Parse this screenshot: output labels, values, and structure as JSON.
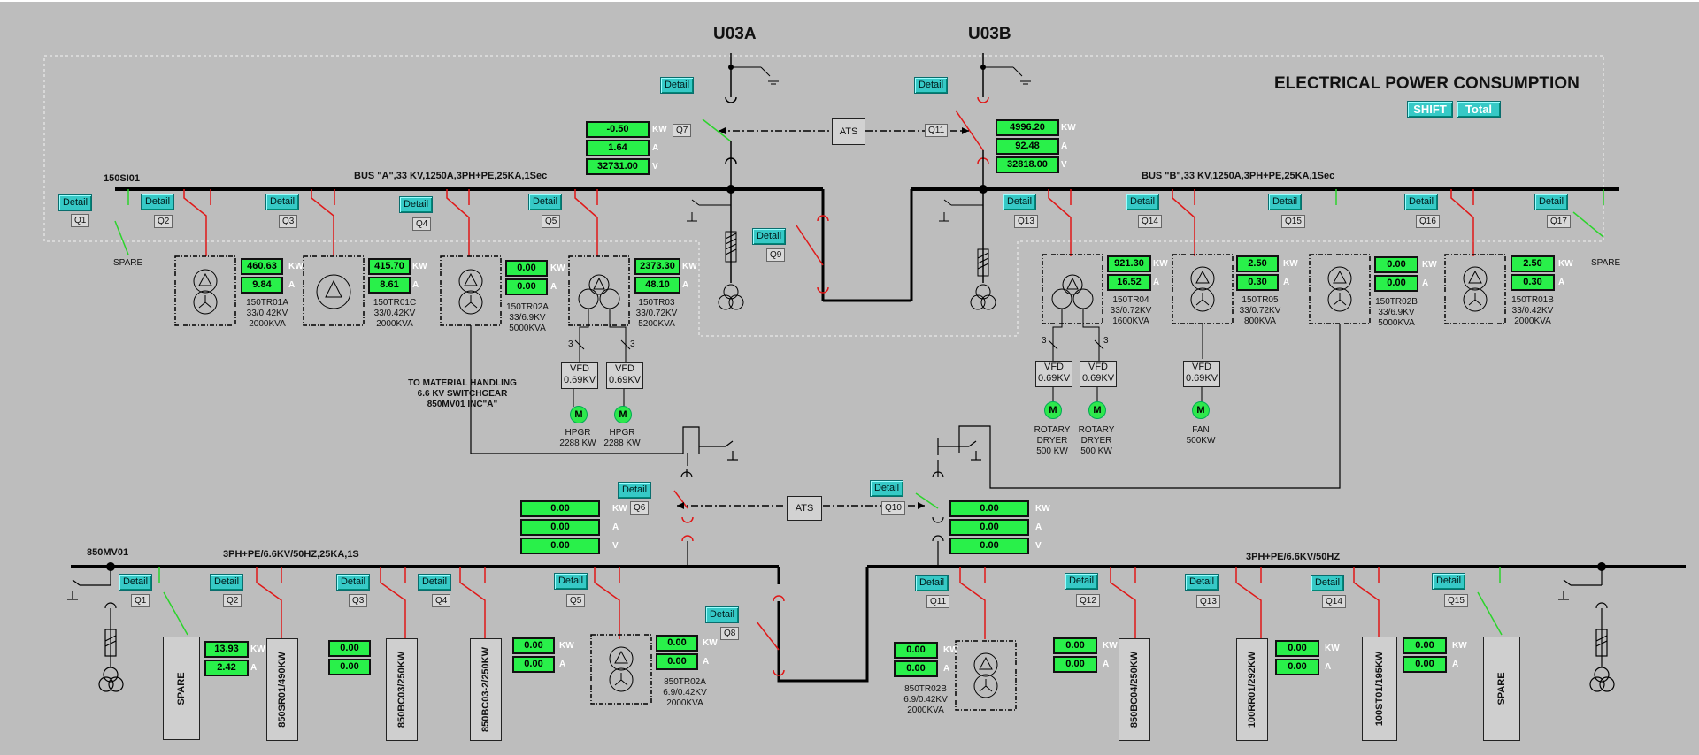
{
  "header": {
    "title": "ELECTRICAL POWER CONSUMPTION",
    "shift_label": "SHIFT",
    "total_label": "Total",
    "u03a": "U03A",
    "u03b": "U03B"
  },
  "upper": {
    "board_id": "150SI01",
    "bus_a_label": "BUS \"A\",33 KV,1250A,3PH+PE,25KA,1Sec",
    "bus_b_label": "BUS \"B\",33 KV,1250A,3PH+PE,25KA,1Sec",
    "ats_label": "ATS",
    "q7": {
      "tag": "Q7",
      "detail": "Detail",
      "kw": "-0.50",
      "a": "1.64",
      "v": "32731.00"
    },
    "q11": {
      "tag": "Q11",
      "detail": "Detail",
      "kw": "4996.20",
      "a": "92.48",
      "v": "32818.00"
    },
    "q9": {
      "tag": "Q9",
      "detail": "Detail"
    },
    "feeders": [
      {
        "tag": "Q1",
        "detail": "Detail",
        "spare": "SPARE"
      },
      {
        "tag": "Q2",
        "detail": "Detail",
        "kw": "460.63",
        "a": "9.84",
        "name": "150TR01A",
        "ratio": "33/0.42KV",
        "rating": "2000KVA"
      },
      {
        "tag": "Q3",
        "detail": "Detail",
        "kw": "415.70",
        "a": "8.61",
        "name": "150TR01C",
        "ratio": "33/0.42KV",
        "rating": "2000KVA"
      },
      {
        "tag": "Q4",
        "detail": "Detail",
        "kw": "0.00",
        "a": "0.00",
        "name": "150TR02A",
        "ratio": "33/6.9KV",
        "rating": "5000KVA"
      },
      {
        "tag": "Q5",
        "detail": "Detail",
        "kw": "2373.30",
        "a": "48.10",
        "name": "150TR03",
        "ratio": "33/0.72KV",
        "rating": "5200KVA"
      },
      {
        "tag": "Q13",
        "detail": "Detail",
        "kw": "921.30",
        "a": "16.52",
        "name": "150TR04",
        "ratio": "33/0.72KV",
        "rating": "1600KVA"
      },
      {
        "tag": "Q14",
        "detail": "Detail",
        "kw": "2.50",
        "a": "0.30",
        "name": "150TR05",
        "ratio": "33/0.72KV",
        "rating": "800KVA"
      },
      {
        "tag": "Q15",
        "detail": "Detail",
        "kw": "0.00",
        "a": "0.00",
        "name": "150TR02B",
        "ratio": "33/6.9KV",
        "rating": "5000KVA"
      },
      {
        "tag": "Q16",
        "detail": "Detail",
        "kw": "2.50",
        "a": "0.30",
        "name": "150TR01B",
        "ratio": "33/0.42KV",
        "rating": "2000KVA"
      },
      {
        "tag": "Q17",
        "detail": "Detail",
        "spare": "SPARE"
      }
    ],
    "to_material": [
      "TO  MATERIAL HANDLING",
      "6.6 KV  SWITCHGEAR",
      "850MV01  INC\"A\""
    ],
    "vfd": {
      "l1": "VFD",
      "l2": "0.69KV"
    },
    "phase3": "3",
    "motors": [
      {
        "sym": "M",
        "l1": "HPGR",
        "l2": "2288 KW"
      },
      {
        "sym": "M",
        "l1": "HPGR",
        "l2": "2288 KW"
      },
      {
        "sym": "M",
        "l1": "ROTARY",
        "l2": "DRYER",
        "l3": "500 KW"
      },
      {
        "sym": "M",
        "l1": "ROTARY",
        "l2": "DRYER",
        "l3": "500 KW"
      },
      {
        "sym": "M",
        "l1": "FAN",
        "l2": "500KW"
      }
    ]
  },
  "lower": {
    "board_id": "850MV01",
    "bus_a_label": "3PH+PE/6.6KV/50HZ,25KA,1S",
    "bus_b_label": "3PH+PE/6.6KV/50HZ",
    "ats_label": "ATS",
    "q6": {
      "tag": "Q6",
      "detail": "Detail",
      "kw": "0.00",
      "a": "0.00",
      "v": "0.00"
    },
    "q10": {
      "tag": "Q10",
      "detail": "Detail",
      "kw": "0.00",
      "a": "0.00",
      "v": "0.00"
    },
    "q8": {
      "tag": "Q8",
      "detail": "Detail"
    },
    "feeders": [
      {
        "tag": "Q1",
        "detail": "Detail",
        "kw": "13.93",
        "a": "2.42",
        "load": "SPARE"
      },
      {
        "tag": "Q2",
        "detail": "Detail",
        "load": "850SR01/490KW"
      },
      {
        "tag": "Q3",
        "detail": "Detail",
        "kw": "0.00",
        "a": "0.00",
        "load": "850BC03/250KW"
      },
      {
        "tag": "Q4",
        "detail": "Detail",
        "load": "850BC03-2/250KW"
      },
      {
        "tag": "Q5",
        "detail": "Detail",
        "kw": "0.00",
        "a": "0.00",
        "kw2": "0.00",
        "a2": "0.00",
        "name": "850TR02A",
        "ratio": "6.9/0.42KV",
        "rating": "2000KVA"
      },
      {
        "tag": "Q11",
        "detail": "Detail",
        "kw": "0.00",
        "a": "0.00",
        "name": "850TR02B",
        "ratio": "6.9/0.42KV",
        "rating": "2000KVA"
      },
      {
        "tag": "Q12",
        "detail": "Detail",
        "kw": "0.00",
        "a": "0.00",
        "load": "850BC04/250KW"
      },
      {
        "tag": "Q13",
        "detail": "Detail",
        "kw": "0.00",
        "a": "0.00",
        "load": "100RR01/292KW"
      },
      {
        "tag": "Q14",
        "detail": "Detail",
        "kw": "0.00",
        "a": "0.00",
        "load": "100ST01/195KW"
      },
      {
        "tag": "Q15",
        "detail": "Detail",
        "load": "SPARE"
      }
    ]
  },
  "units": {
    "kw": "KW",
    "a": "A",
    "v": "V"
  },
  "colors": {
    "background": "#bdbdbd",
    "value_bg": "#29f04a",
    "detail_btn": "#36c9c6",
    "breaker": "#e01818",
    "open_breaker": "#2bd42b"
  }
}
